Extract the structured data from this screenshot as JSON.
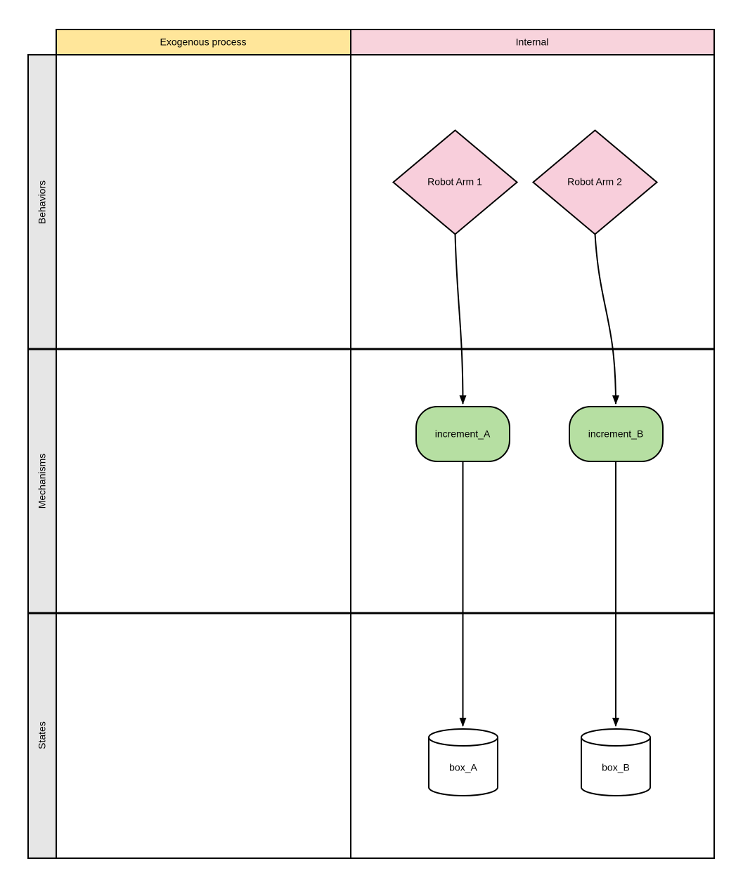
{
  "matrix": {
    "column_headers": [
      {
        "label": "Exogenous process",
        "fill": "#ffe69a"
      },
      {
        "label": "Internal",
        "fill": "#f8d3dc"
      }
    ],
    "row_headers": [
      {
        "label": "Behaviors"
      },
      {
        "label": "Mechanisms"
      },
      {
        "label": "States"
      }
    ]
  },
  "nodes": [
    {
      "id": "robot-arm-1",
      "label": "Robot Arm 1",
      "shape": "diamond",
      "fill": "#f8cedb",
      "row": "Behaviors",
      "column": "Internal"
    },
    {
      "id": "robot-arm-2",
      "label": "Robot Arm 2",
      "shape": "diamond",
      "fill": "#f8cedb",
      "row": "Behaviors",
      "column": "Internal"
    },
    {
      "id": "increment-a",
      "label": "increment_A",
      "shape": "rounded-rectangle",
      "fill": "#b6dfa2",
      "row": "Mechanisms",
      "column": "Internal"
    },
    {
      "id": "increment-b",
      "label": "increment_B",
      "shape": "rounded-rectangle",
      "fill": "#b6dfa2",
      "row": "Mechanisms",
      "column": "Internal"
    },
    {
      "id": "box-a",
      "label": "box_A",
      "shape": "cylinder",
      "fill": "#ffffff",
      "row": "States",
      "column": "Internal"
    },
    {
      "id": "box-b",
      "label": "box_B",
      "shape": "cylinder",
      "fill": "#ffffff",
      "row": "States",
      "column": "Internal"
    }
  ],
  "edges": [
    {
      "from": "robot-arm-1",
      "to": "increment-a",
      "style": "curved-arrow"
    },
    {
      "from": "robot-arm-2",
      "to": "increment-b",
      "style": "curved-arrow"
    },
    {
      "from": "increment-a",
      "to": "box-a",
      "style": "straight-arrow"
    },
    {
      "from": "increment-b",
      "to": "box-b",
      "style": "straight-arrow"
    }
  ],
  "colors": {
    "grid_line": "#000000",
    "row_header_fill": "#e6e6e6",
    "background": "#ffffff"
  }
}
